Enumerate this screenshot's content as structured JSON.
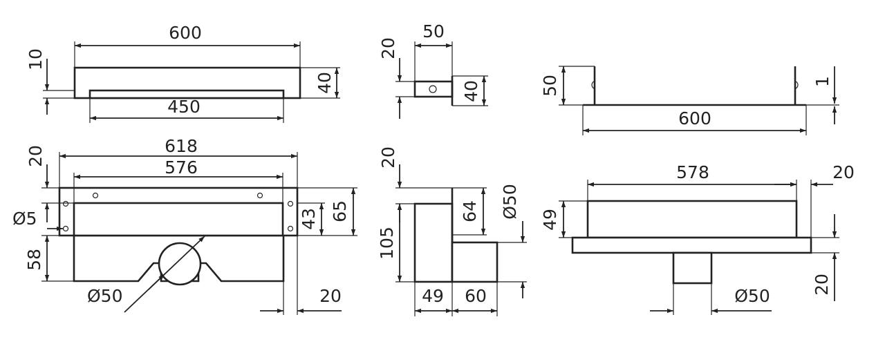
{
  "drawing": {
    "top_left_view": {
      "length": "600",
      "depth": "10",
      "height": "40",
      "inner_length": "450"
    },
    "top_middle_view": {
      "depth": "20",
      "width": "50",
      "height": "40"
    },
    "top_right_view": {
      "height": "50",
      "thickness": "1",
      "length": "600"
    },
    "bottom_left_view": {
      "outer_length": "618",
      "inner_length": "576",
      "top_offset": "20",
      "hole": "Ø5",
      "height": "65",
      "inner_height": "43",
      "lower_depth": "58",
      "outlet": "Ø50",
      "side_offset": "20"
    },
    "bottom_middle_view": {
      "offset": "20",
      "height": "105",
      "upper_height": "64",
      "outlet": "Ø50",
      "width_left": "49",
      "width_right": "60"
    },
    "bottom_right_view": {
      "length": "578",
      "side_offset": "20",
      "height": "49",
      "outlet_depth": "20",
      "outlet": "Ø50"
    }
  }
}
